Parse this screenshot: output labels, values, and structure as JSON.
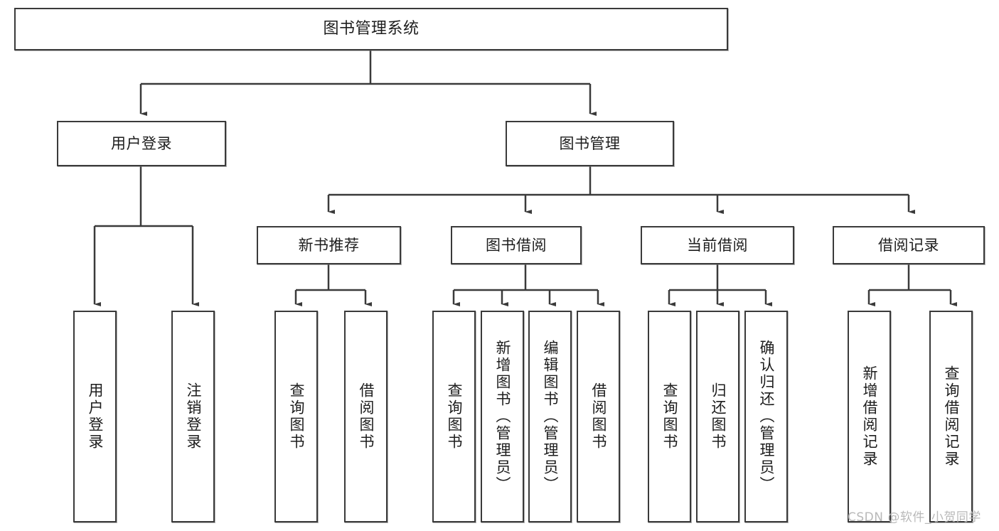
{
  "diagram": {
    "title": "图书管理系统",
    "type": "tree-hierarchy",
    "watermark": "CSDN @软件_小贺同学"
  },
  "nodes": {
    "root": {
      "label": "图书管理系统"
    },
    "level2": [
      {
        "id": "user-login",
        "label": "用户登录"
      },
      {
        "id": "book-management",
        "label": "图书管理"
      }
    ],
    "level3": [
      {
        "id": "new-book-recommend",
        "label": "新书推荐"
      },
      {
        "id": "book-borrow",
        "label": "图书借阅"
      },
      {
        "id": "current-borrow",
        "label": "当前借阅"
      },
      {
        "id": "borrow-record",
        "label": "借阅记录"
      }
    ],
    "leaves": {
      "user_login": [
        {
          "id": "leaf-user-login",
          "label": "用户登录"
        },
        {
          "id": "leaf-logout-login",
          "label": "注销登录"
        }
      ],
      "new_book_recommend": [
        {
          "id": "leaf-query-book-1",
          "label": "查询图书"
        },
        {
          "id": "leaf-borrow-book-1",
          "label": "借阅图书"
        }
      ],
      "book_borrow": [
        {
          "id": "leaf-query-book-2",
          "label": "查询图书"
        },
        {
          "id": "leaf-add-book",
          "label": "新增图书（管理员）"
        },
        {
          "id": "leaf-edit-book",
          "label": "编辑图书（管理员）"
        },
        {
          "id": "leaf-borrow-book-2",
          "label": "借阅图书"
        }
      ],
      "current_borrow": [
        {
          "id": "leaf-query-book-3",
          "label": "查询图书"
        },
        {
          "id": "leaf-return-book",
          "label": "归还图书"
        },
        {
          "id": "leaf-confirm-return",
          "label": "确认归还（管理员）"
        }
      ],
      "borrow_record": [
        {
          "id": "leaf-add-record",
          "label": "新增借阅记录"
        },
        {
          "id": "leaf-query-record",
          "label": "查询借阅记录"
        }
      ]
    }
  },
  "colors": {
    "stroke": "#3a3a3a",
    "fill": "#ffffff",
    "text": "#1d1d1d",
    "watermark": "#b9b9b9"
  }
}
